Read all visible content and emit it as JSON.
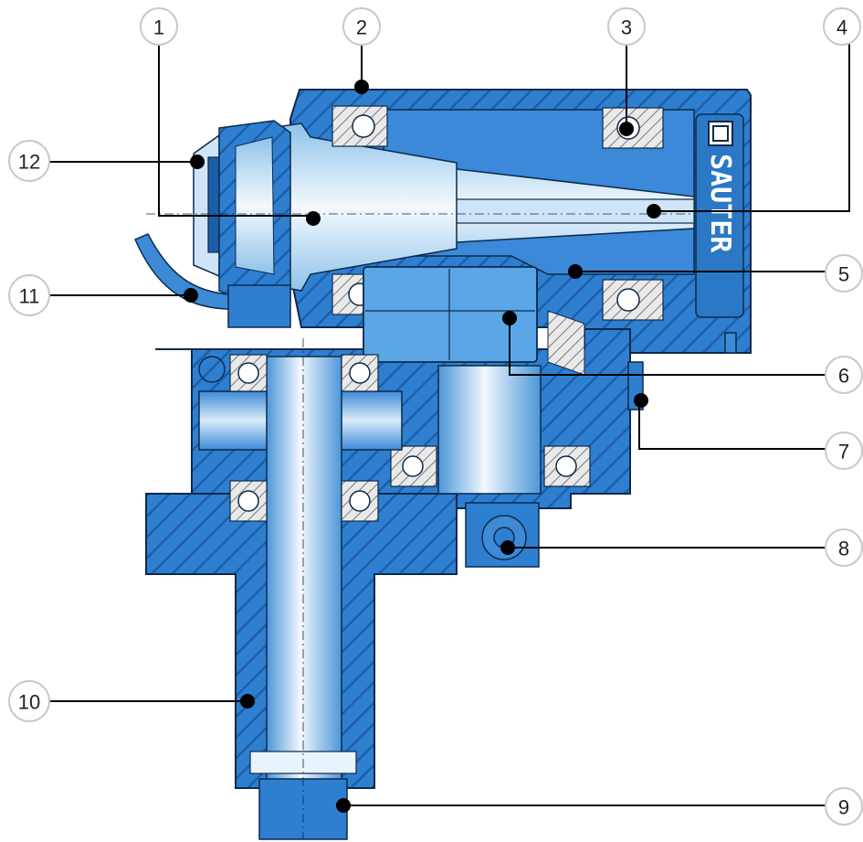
{
  "colors": {
    "housing": "#2f7fd1",
    "housing_light": "#5aa6e6",
    "housing_dark": "#1d5ea8",
    "shaft_light": "#e8f3fc",
    "shaft_mid": "#8fc3ea",
    "outline": "#0c2a4a",
    "leader": "#000000",
    "callout_stroke": "#c8c8c8"
  },
  "brand": {
    "text": "SAUTER"
  },
  "callouts": [
    {
      "id": "1",
      "label": "1"
    },
    {
      "id": "2",
      "label": "2"
    },
    {
      "id": "3",
      "label": "3"
    },
    {
      "id": "4",
      "label": "4"
    },
    {
      "id": "5",
      "label": "5"
    },
    {
      "id": "6",
      "label": "6"
    },
    {
      "id": "7",
      "label": "7"
    },
    {
      "id": "8",
      "label": "8"
    },
    {
      "id": "9",
      "label": "9"
    },
    {
      "id": "10",
      "label": "10"
    },
    {
      "id": "11",
      "label": "11"
    },
    {
      "id": "12",
      "label": "12"
    }
  ]
}
